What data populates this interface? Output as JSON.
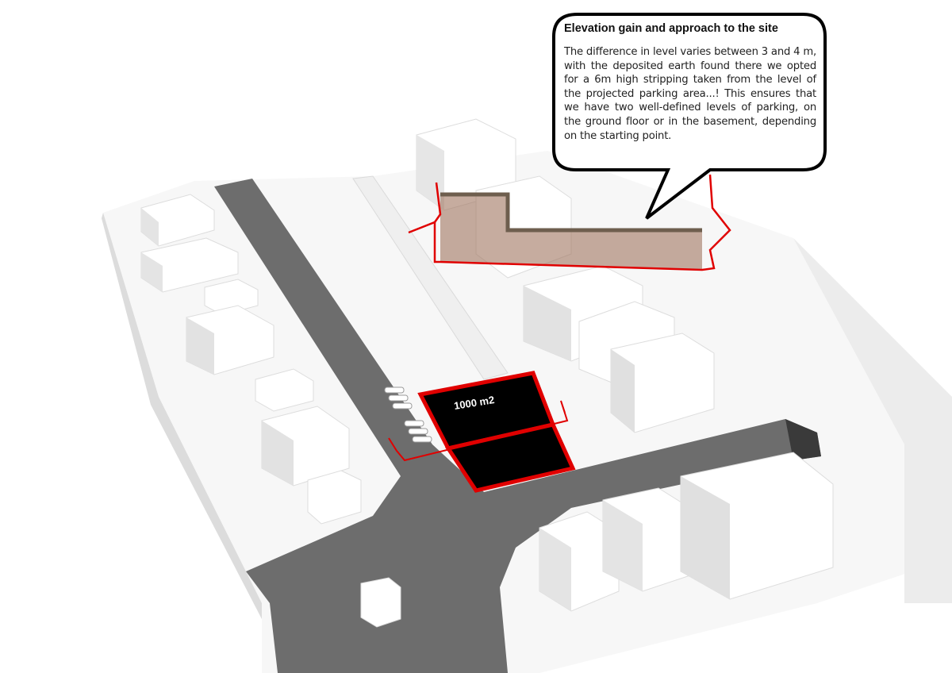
{
  "callout": {
    "title": "Elevation gain and approach to the site",
    "body": "The difference in level varies between 3 and 4 m, with the deposited earth found there we opted for a 6m high stripping taken from the level of the projected parking area...! This ensures that we have two well-defined levels of parking, on the ground floor or in the basement, depending on the starting point."
  },
  "site": {
    "area_label": "1000 m2"
  },
  "colors": {
    "road": "#6d6d6d",
    "outline": "#e00000",
    "section_fill": "#a0755f",
    "section_top": "#6e5e4e",
    "site_fill": "#000000"
  }
}
